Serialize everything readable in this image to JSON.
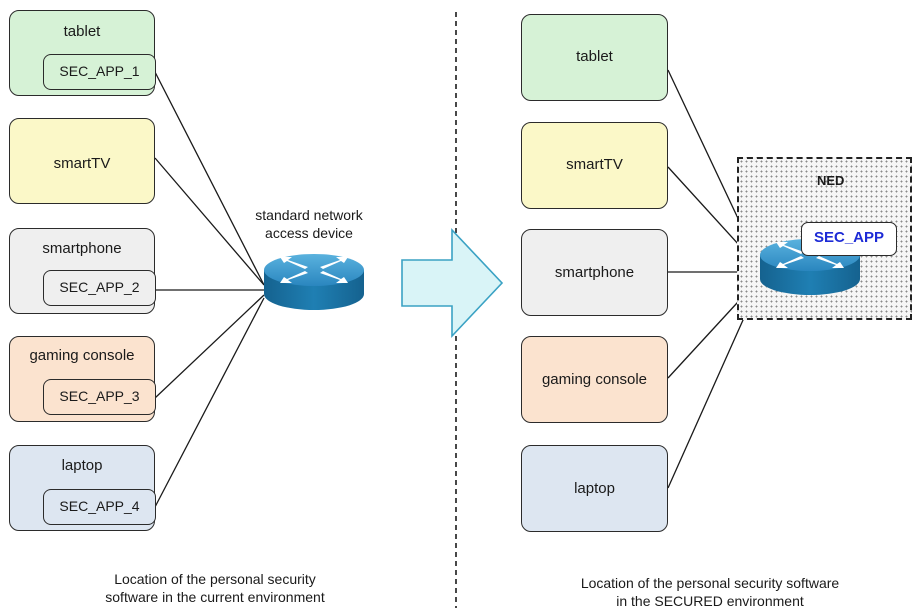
{
  "left": {
    "devices": [
      {
        "label": "tablet",
        "app": "SEC_APP_1"
      },
      {
        "label": "smartTV",
        "app": ""
      },
      {
        "label": "smartphone",
        "app": "SEC_APP_2"
      },
      {
        "label": "gaming console",
        "app": "SEC_APP_3"
      },
      {
        "label": "laptop",
        "app": "SEC_APP_4"
      }
    ],
    "router_label_line1": "standard network",
    "router_label_line2": "access device",
    "caption_line1": "Location of the personal security",
    "caption_line2": "software in the current environment"
  },
  "right": {
    "devices": [
      {
        "label": "tablet"
      },
      {
        "label": "smartTV"
      },
      {
        "label": "smartphone"
      },
      {
        "label": "gaming console"
      },
      {
        "label": "laptop"
      }
    ],
    "ned_label": "NED",
    "sec_app_label": "SEC_APP",
    "caption_line1": "Location of the personal security software",
    "caption_line2": "in the SECURED environment"
  },
  "colors": {
    "tablet": "#d6f2d6",
    "smartTV": "#fbf8c8",
    "smartphone": "#efefef",
    "gaming_console": "#fbe3cf",
    "laptop": "#dde6f1",
    "arrow": "#d9f4f7",
    "router": "#1f7fb3",
    "sec_app_text": "#1d2bd6"
  }
}
